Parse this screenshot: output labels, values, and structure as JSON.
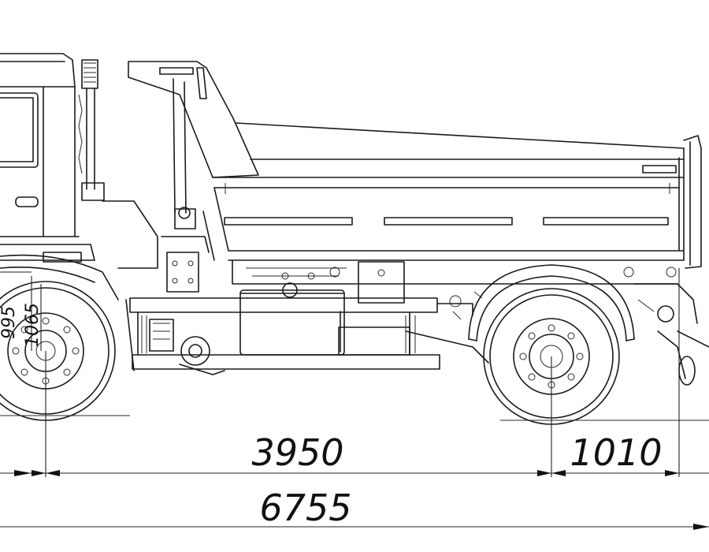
{
  "dimensions": {
    "wheelbase": "3950",
    "rear_overhang": "1010",
    "overall_length": "6755",
    "front_height_a": "995",
    "front_height_b": "1065"
  },
  "colors": {
    "line": "#1a1a1a",
    "background": "#ffffff"
  }
}
